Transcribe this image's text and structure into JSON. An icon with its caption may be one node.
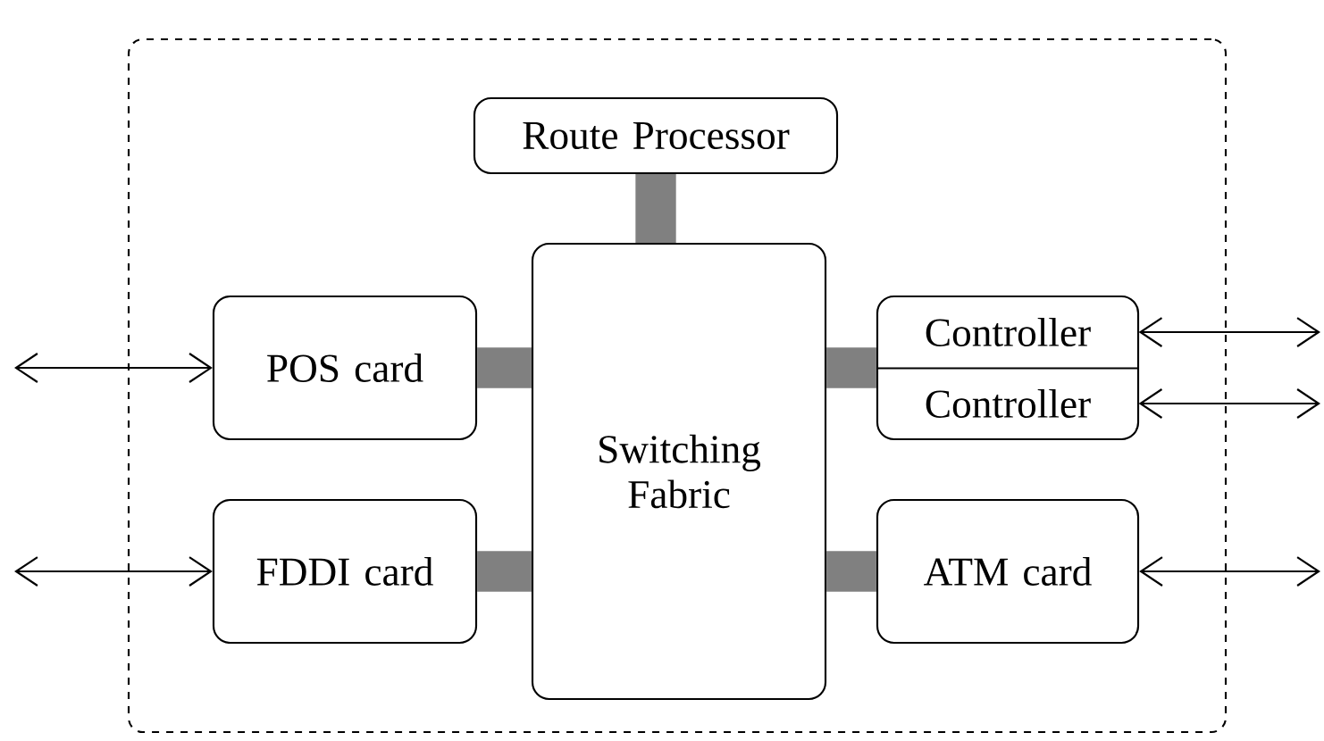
{
  "diagram": {
    "nodes": [
      {
        "text": [],
        "shape": "box"
      },
      {
        "text": [
          "Route Processor"
        ],
        "in": 0
      },
      {
        "text": [
          "POS card"
        ],
        "in": 0
      },
      {
        "text": [
          "Switching Fabric"
        ],
        "in": 0
      },
      {
        "text": [],
        "shape": "box",
        "in": 0
      },
      {
        "text": [
          "Controller"
        ],
        "in": 4
      },
      {
        "text": [
          "Controller"
        ],
        "in": 4
      },
      {
        "text": [
          "FDDI card"
        ],
        "in": 0
      },
      {
        "text": [
          "ATM card"
        ],
        "in": 0
      }
    ],
    "edges": [
      {
        "from": 1,
        "to": 3,
        "arrow": "none",
        "style": "thick",
        "color": "#808080"
      },
      {
        "from": 2,
        "to": 3,
        "arrow": "none",
        "style": "thick",
        "color": "#808080"
      },
      {
        "from": 3,
        "to": 4,
        "arrow": "none",
        "style": "thick",
        "color": "#808080"
      },
      {
        "from": 7,
        "to": 3,
        "arrow": "none",
        "style": "thick",
        "color": "#808080"
      },
      {
        "from": 3,
        "to": 8,
        "arrow": "none",
        "style": "thick",
        "color": "#808080"
      },
      {
        "from": null,
        "to": 2,
        "arrow": "both",
        "color": "#000000"
      },
      {
        "from": null,
        "to": 7,
        "arrow": "both",
        "color": "#000000"
      },
      {
        "from": 5,
        "to": null,
        "arrow": "both",
        "color": "#000000"
      },
      {
        "from": 6,
        "to": null,
        "arrow": "both",
        "color": "#000000"
      },
      {
        "from": 8,
        "to": null,
        "arrow": "both",
        "color": "#000000"
      }
    ]
  }
}
